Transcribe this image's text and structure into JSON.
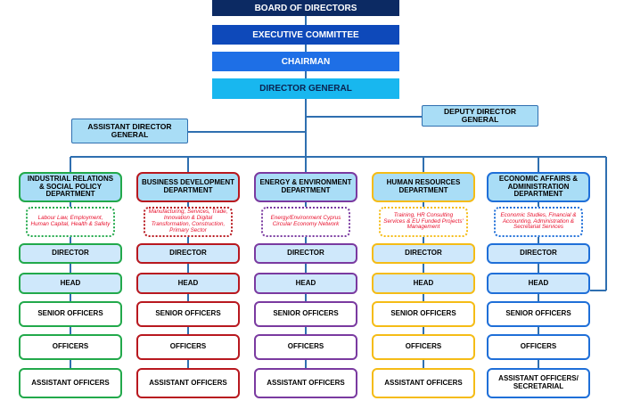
{
  "hierarchy": {
    "board": "BOARD OF DIRECTORS",
    "executive": "EXECUTIVE COMMITTEE",
    "chairman": "CHAIRMAN",
    "director_general": "DIRECTOR GENERAL",
    "assistant_director_general": "ASSISTANT DIRECTOR GENERAL",
    "deputy_director_general": "DEPUTY DIRECTOR GENERAL"
  },
  "colors": {
    "board": "#0c2a63",
    "executive": "#0e49ba",
    "chairman": "#1e6fe6",
    "director_general": "#18b7ef",
    "connector": "#2f6fb0",
    "desc_text": "#e8112d"
  },
  "departments": [
    {
      "name": "INDUSTRIAL RELATIONS & SOCIAL POLICY DEPARTMENT",
      "description": "Labour Law, Employment, Human Capital, Health & Safety",
      "accent": "#22a94b",
      "fill": "#a9ddf6",
      "roles": [
        "DIRECTOR",
        "HEAD",
        "SENIOR OFFICERS",
        "OFFICERS",
        "ASSISTANT OFFICERS"
      ]
    },
    {
      "name": "BUSINESS DEVELOPMENT DEPARTMENT",
      "description": "Manufacturing, Services, Trade, Innovation & Digital Transformation, Construction, Primary Sector",
      "accent": "#b8181f",
      "fill": "#a9ddf6",
      "roles": [
        "DIRECTOR",
        "HEAD",
        "SENIOR OFFICERS",
        "OFFICERS",
        "ASSISTANT OFFICERS"
      ]
    },
    {
      "name": "ENERGY & ENVIRONMENT DEPARTMENT",
      "description": "Energy/Environment Cyprus Circular Economy Network",
      "accent": "#7a3aa0",
      "fill": "#a9ddf6",
      "roles": [
        "DIRECTOR",
        "HEAD",
        "SENIOR OFFICERS",
        "OFFICERS",
        "ASSISTANT OFFICERS"
      ]
    },
    {
      "name": "HUMAN RESOURCES DEPARTMENT",
      "description": "Training, HR Consulting Services & EU Funded Projects' Management",
      "accent": "#f5bc16",
      "fill": "#a9ddf6",
      "roles": [
        "DIRECTOR",
        "HEAD",
        "SENIOR OFFICERS",
        "OFFICERS",
        "ASSISTANT OFFICERS"
      ]
    },
    {
      "name": "ECONOMIC AFFAIRS & ADMINISTRATION DEPARTMENT",
      "description": "Economic Studies, Financial & Accounting, Administration & Secretarial Services",
      "accent": "#1f6fd8",
      "fill": "#a9ddf6",
      "roles": [
        "DIRECTOR",
        "HEAD",
        "SENIOR OFFICERS",
        "OFFICERS",
        "ASSISTANT OFFICERS/ SECRETARIAL"
      ]
    }
  ]
}
